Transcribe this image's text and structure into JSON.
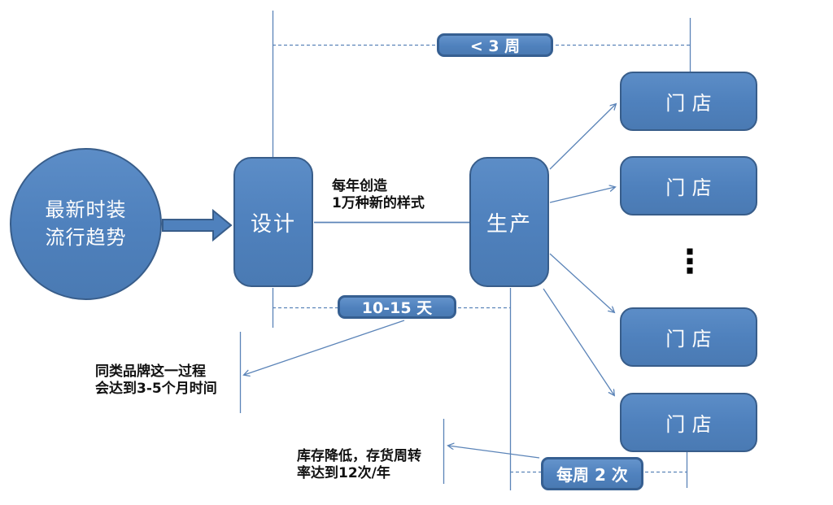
{
  "colors": {
    "node_fill": "#4F81BD",
    "node_border": "#385D8A",
    "badge_fill": "#4F81BD",
    "badge_border": "#365F91",
    "connector": "#5B84B8",
    "note_color": "#111111"
  },
  "nodes": {
    "source": {
      "line1": "最新时装",
      "line2": "流行趋势"
    },
    "design": {
      "label": "设计"
    },
    "production": {
      "label": "生产"
    },
    "stores": [
      {
        "label": "门店"
      },
      {
        "label": "门店"
      },
      {
        "label": "门店"
      },
      {
        "label": "门店"
      }
    ],
    "more_stores": "⋮"
  },
  "badges": {
    "top": "< 3 周",
    "middle": "10-15 天",
    "bottom": "每周 2 次"
  },
  "annotations": {
    "yearly_styles": {
      "line1": "每年创造",
      "line2": "1万种新的样式"
    },
    "competitor": {
      "line1": "同类品牌这一过程",
      "line2": "会达到3-5个月时间"
    },
    "inventory": {
      "line1": "库存降低，存货周转",
      "line2": "率达到12次/年"
    }
  }
}
